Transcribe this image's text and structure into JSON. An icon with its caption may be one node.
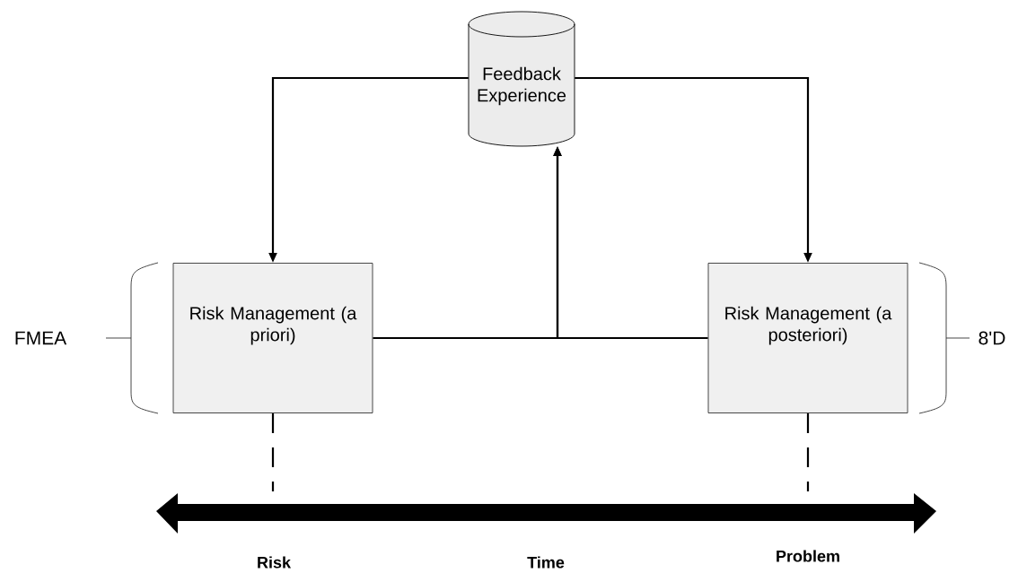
{
  "diagram": {
    "nodes": [
      {
        "text": [
          "Feedback Experience"
        ]
      },
      {
        "text": [
          "Risk Management (a priori)"
        ]
      },
      {
        "text": [
          "Risk Management (a posteriori)"
        ]
      }
    ],
    "edges": [
      {
        "from": 0,
        "to": 1,
        "arrow": "to"
      },
      {
        "from": 0,
        "to": 2,
        "arrow": "to"
      },
      {
        "from": 1,
        "to": 0,
        "arrow": "to"
      },
      {
        "from": 2,
        "to": 0,
        "arrow": "to"
      },
      {
        "from": 1,
        "to": null,
        "arrow": "none",
        "style": "dashed"
      },
      {
        "from": 2,
        "to": null,
        "arrow": "none",
        "style": "dashed"
      }
    ],
    "labels": [
      "FMEA",
      "8'D",
      "Risk",
      "Time",
      "Problem"
    ]
  }
}
